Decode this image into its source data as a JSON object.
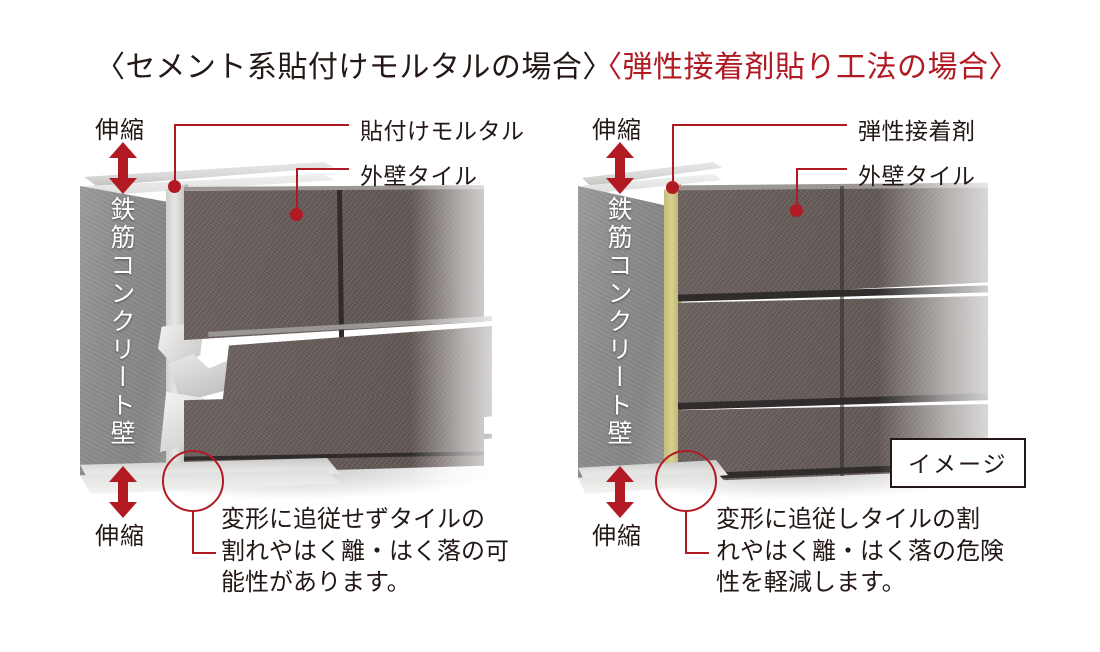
{
  "titles": {
    "left": "〈セメント系貼付けモルタルの場合〉",
    "right": "〈弾性接着剤貼り工法の場合〉"
  },
  "left_panel": {
    "stretch_top": "伸縮",
    "stretch_bottom": "伸縮",
    "wall_label": "鉄筋コンクリート壁",
    "callouts": [
      {
        "label": "貼付けモルタル"
      },
      {
        "label": "外壁タイル"
      }
    ],
    "caption": "変形に追従せずタイルの\n割れやはく離・はく落の可\n能性があります。"
  },
  "right_panel": {
    "stretch_top": "伸縮",
    "stretch_bottom": "伸縮",
    "wall_label": "鉄筋コンクリート壁",
    "callouts": [
      {
        "label": "弾性接着剤"
      },
      {
        "label": "外壁タイル"
      }
    ],
    "caption": "変形に追従しタイルの割\nれやはく離・はく落の危険\n性を軽減します。",
    "image_badge": "イメージ"
  },
  "colors": {
    "accent_red": "#b11a22",
    "title_left": "#231815",
    "title_right": "#b11a22",
    "text": "#231815",
    "concrete": "#8d8d8d",
    "tile": "#665c59",
    "mortar": "#d8d8d6",
    "adhesive": "#c7bd79",
    "background": "#ffffff"
  }
}
